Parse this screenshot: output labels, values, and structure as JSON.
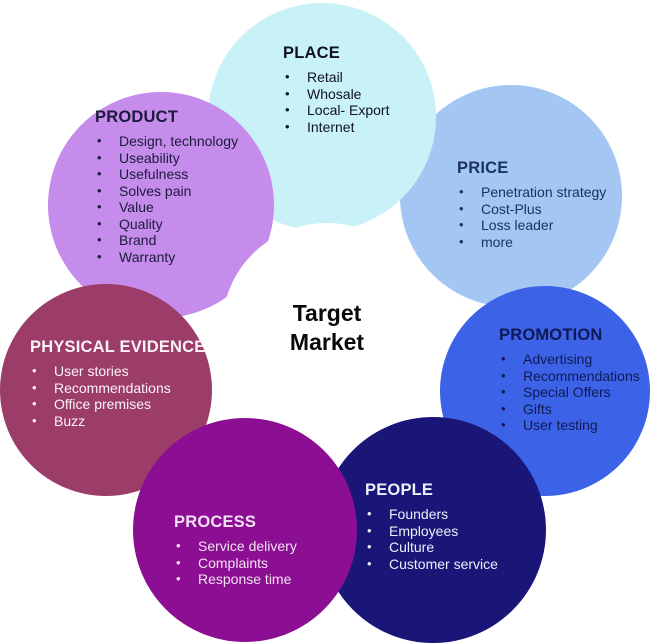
{
  "background_color": "#FFFFFF",
  "icons": {
    "bullet": "•"
  },
  "center": {
    "label_line1": "Target",
    "label_line2": "Market",
    "bg": "#FFFFFF",
    "text_color": "#0A0A0A"
  },
  "circles": [
    {
      "id": "place",
      "label": "PLACE",
      "items": [
        "Retail",
        "Whosale",
        "Local- Export",
        "Internet"
      ],
      "bg": "#C9F1F8",
      "text_color": "#0F1126"
    },
    {
      "id": "price",
      "label": "PRICE",
      "items": [
        "Penetration strategy",
        "Cost-Plus",
        "Loss leader",
        "more"
      ],
      "bg": "#A4C6F3",
      "text_color": "#1C3260"
    },
    {
      "id": "promotion",
      "label": "PROMOTION",
      "items": [
        "Advertising",
        "Recommendations",
        "Special Offers",
        "Gifts",
        "User testing"
      ],
      "bg": "#3C62E7",
      "text_color": "#0F1A55"
    },
    {
      "id": "people",
      "label": "PEOPLE",
      "items": [
        "Founders",
        "Employees",
        "Culture",
        "Customer service"
      ],
      "bg": "#1A1678",
      "text_color": "#EDEFFA"
    },
    {
      "id": "process",
      "label": "PROCESS",
      "items": [
        "Service delivery",
        "Complaints",
        "Response time"
      ],
      "bg": "#8C0F93",
      "text_color": "#F2E2F2"
    },
    {
      "id": "physical",
      "label": "PHYSICAL EVIDENCE",
      "items": [
        "User stories",
        "Recommendations",
        "Office premises",
        "Buzz"
      ],
      "bg": "#9B3C69",
      "text_color": "#FBF3F6"
    },
    {
      "id": "product",
      "label": "PRODUCT",
      "items": [
        "Design, technology",
        "Useability",
        "Usefulness",
        "Solves pain",
        "Value",
        "Quality",
        "Brand",
        "Warranty"
      ],
      "bg": "#C58CEB",
      "text_color": "#1C1B3E"
    }
  ]
}
